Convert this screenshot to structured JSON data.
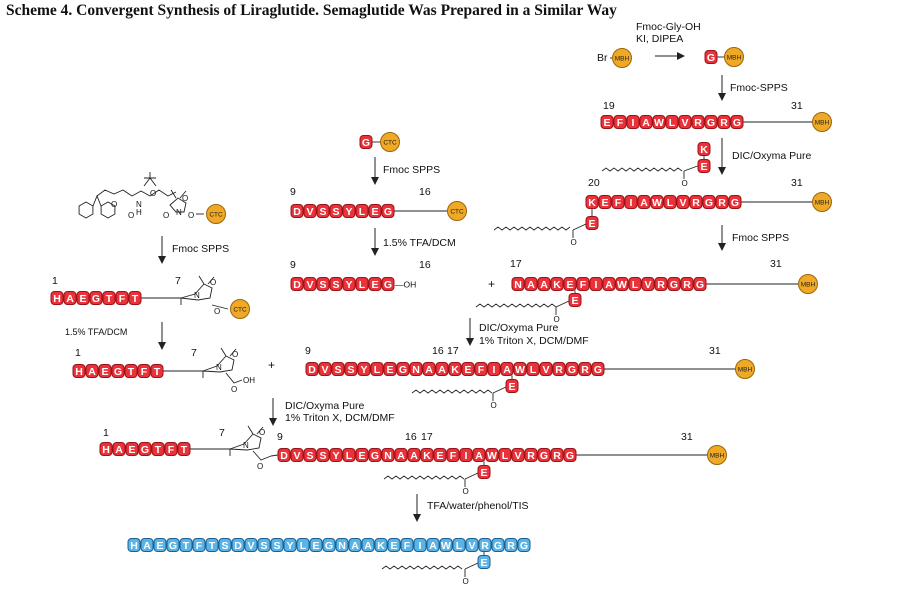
{
  "title": "Scheme 4. Convergent Synthesis of Liraglutide. Semaglutide Was Prepared in a Similar Way",
  "colors": {
    "red_fill": "#e9323a",
    "red_stroke": "#9b1217",
    "blue_fill": "#5ab4e6",
    "blue_stroke": "#1d5f90",
    "resin_fill": "#f0a925",
    "resin_stroke": "#9a6510"
  },
  "resins": {
    "mbh": "MBH",
    "ctc": "CTC"
  },
  "labels": {
    "br": "Br",
    "oh": "OH",
    "oh_short": "—OH",
    "plus": "+"
  },
  "reagents": {
    "gly_loading": [
      "Fmoc-Gly-OH",
      "KI, DIPEA"
    ],
    "fmoc_spps_hyphen": "Fmoc-SPPS",
    "fmoc_spps": "Fmoc SPPS",
    "dic_oxyma": "DIC/Oxyma Pure",
    "tfa_dcm_15": "1.5% TFA/DCM",
    "triton": "1% Triton X, DCM/DMF",
    "global_deprotection": "TFA/water/phenol/TIS"
  },
  "numbers": {
    "n1": "1",
    "n7": "7",
    "n9": "9",
    "n16": "16",
    "n17": "17",
    "n19": "19",
    "n20": "20",
    "n31": "31"
  },
  "sequences": {
    "gly": "G",
    "lys_e": "K",
    "glu": "E",
    "frag_19_31": "EFIAWLVRGRG",
    "frag_20_31": "KEFIAWLVRGRG",
    "frag_9_16": "DVSSYLEG",
    "frag_17_31": "NAAKEFIAWLVRGRG",
    "frag_1_7": "HAEGTFT",
    "frag_9_31": "DVSSYLEGNAAKEFIAWLVRGRG",
    "liraglutide": "HAEGTFTSDVSSYLEGNAAKEFIAWLVRGRG"
  }
}
